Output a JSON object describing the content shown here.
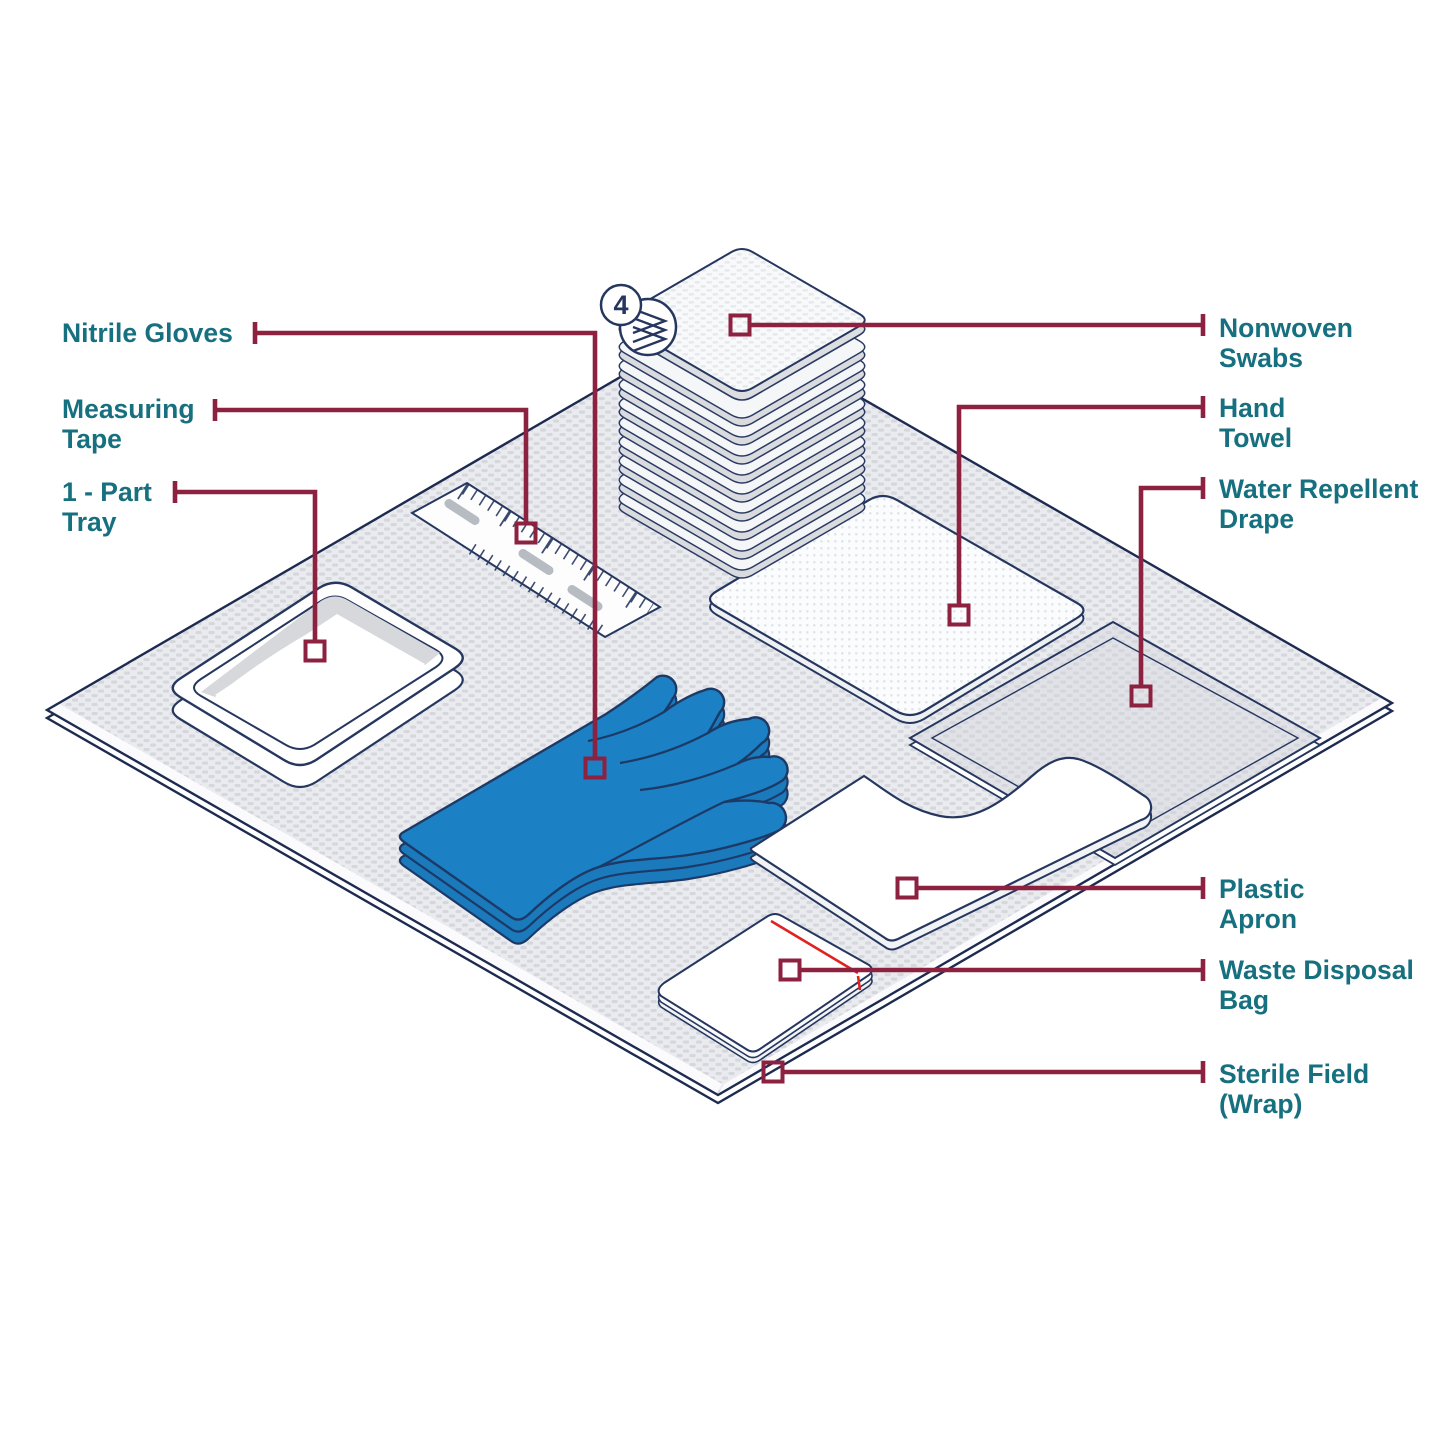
{
  "badge": {
    "count": "4"
  },
  "labels": {
    "nitrile_gloves": {
      "line1": "Nitrile Gloves",
      "line2": ""
    },
    "measuring_tape": {
      "line1": "Measuring",
      "line2": "Tape"
    },
    "one_part_tray": {
      "line1": "1 - Part",
      "line2": "Tray"
    },
    "nonwoven_swabs": {
      "line1": "Nonwoven",
      "line2": "Swabs"
    },
    "hand_towel": {
      "line1": "Hand",
      "line2": "Towel"
    },
    "water_repellent_drape": {
      "line1": "Water Repellent",
      "line2": "Drape"
    },
    "plastic_apron": {
      "line1": "Plastic",
      "line2": "Apron"
    },
    "waste_disposal_bag": {
      "line1": "Waste Disposal",
      "line2": "Bag"
    },
    "sterile_field_wrap": {
      "line1": "Sterile Field",
      "line2": "(Wrap)"
    }
  },
  "colors": {
    "label_text": "#17707f",
    "leader_line": "#8d2140",
    "outline_navy": "#26375f",
    "field_edge": "#1d2b50",
    "glove_blue": "#1b80c4",
    "bag_stripe_red": "#e02321",
    "field_gray": "#eaebef",
    "drape_gray": "#e0e2e7"
  }
}
